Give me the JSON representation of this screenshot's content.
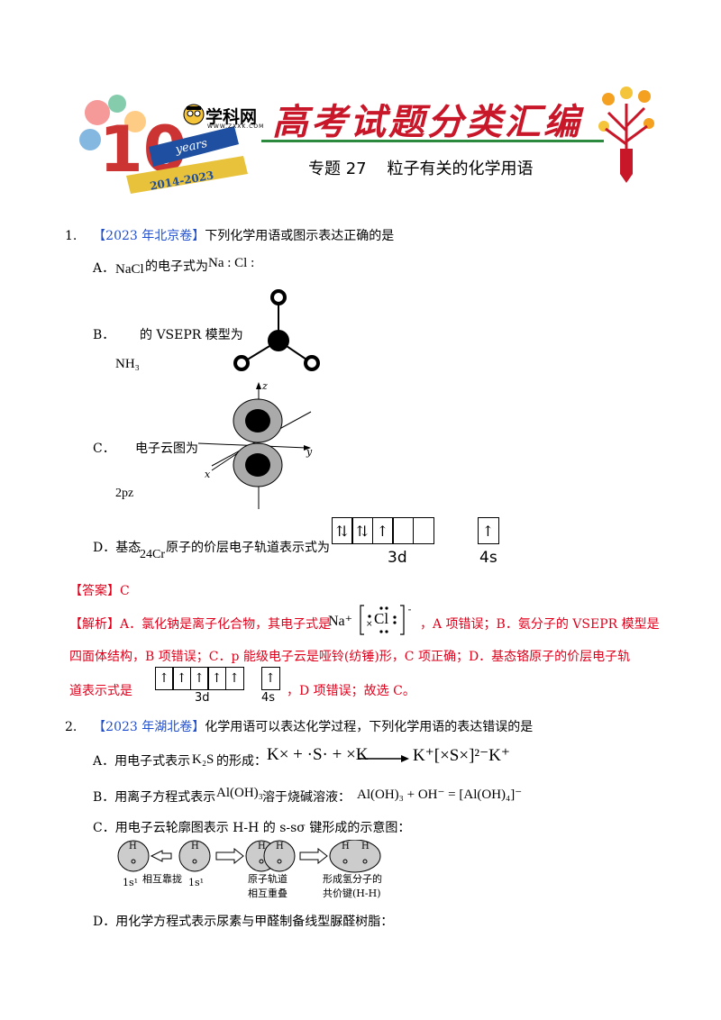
{
  "header": {
    "logo_text": "学科网",
    "logo_url": "WWW.ZXXK.COM",
    "years_text": "years",
    "years_range": "2014-2023",
    "banner_title": "高考试题分类汇编",
    "subtitle": "专题 27    粒子有关的化学用语"
  },
  "q1": {
    "number": "1.",
    "source": "【2023 年北京卷】",
    "stem": "下列化学用语或图示表达正确的是",
    "a_label": "A．",
    "a_formula": "NaCl",
    "a_text": "的电子式为",
    "a_expr": "Na : Cl :",
    "b_label": "B．",
    "b_text": "的 VSEPR 模型为",
    "b_formula": "NH₃",
    "c_label": "C．",
    "c_text": "电子云图为",
    "c_formula": "2pz",
    "c_axis_z": "z",
    "c_axis_y": "y",
    "c_axis_x": "x",
    "d_label": "D．基态",
    "d_formula": "24Cr",
    "d_text": "原子的价层电子轨道表示式为",
    "d_3d_boxes": [
      "⇅",
      "⇅",
      "↑",
      "",
      ""
    ],
    "d_4s_boxes": [
      "↑"
    ],
    "d_3d_label": "3d",
    "d_4s_label": "4s",
    "answer": "【答案】C",
    "analysis_label": "【解析】",
    "analysis_1": "A．氯化钠是离子化合物，其电子式是",
    "analysis_na": "Na⁺",
    "analysis_cl": "Cl",
    "analysis_1b": "，A 项错误；B．氨分子的 VSEPR 模型是",
    "analysis_2": "四面体结构，B 项错误；C．p 能级电子云是哑铃(纺锤)形，C 项正确；D．基态铬原子的价层电子轨",
    "analysis_3a": "道表示式是",
    "analysis_3b": "，D 项错误；故选 C。",
    "analysis_3d_boxes": [
      "↑",
      "↑",
      "↑",
      "↑",
      "↑"
    ],
    "analysis_4s_boxes": [
      "↑"
    ],
    "analysis_3d_label": "3d",
    "analysis_4s_label": "4s"
  },
  "q2": {
    "number": "2.",
    "source": "【2023 年湖北卷】",
    "stem": "化学用语可以表达化学过程，下列化学用语的表达错误的是",
    "a_text": "A．用电子式表示",
    "a_formula": "K₂S",
    "a_text2": "的形成：",
    "a_expr_left": "K× + ·S· + ×K",
    "a_expr_right": "K⁺[×S×]²⁻K⁺",
    "b_text": "B．用离子方程式表示",
    "b_formula": "Al(OH)₃",
    "b_text2": "溶于烧碱溶液：",
    "b_eq": "Al(OH)₃ + OH⁻ = [Al(OH)₄]⁻",
    "c_text": "C．用电子云轮廓图表示 H-H 的 s-sσ 键形成的示意图：",
    "c_h": "H",
    "c_1s": "1s¹",
    "c_approach": "相互靠拢",
    "c_overlap_1": "原子轨道",
    "c_overlap_2": "相互重叠",
    "c_form_1": "形成氢分子的",
    "c_form_2": "共价键(H-H)",
    "d_text": "D．用化学方程式表示尿素与甲醛制备线型脲醛树脂："
  }
}
